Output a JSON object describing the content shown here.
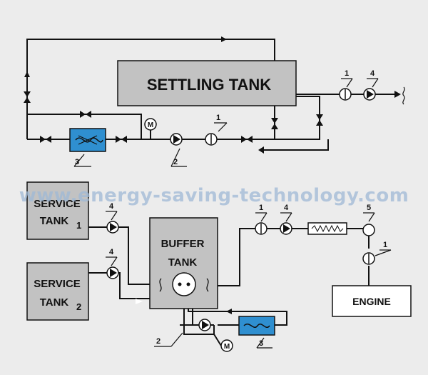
{
  "tanks": {
    "settling": "SETTLING TANK",
    "service1_line1": "SERVICE",
    "service1_line2": "TANK",
    "service1_sub": "1",
    "service2_line1": "SERVICE",
    "service2_line2": "TANK",
    "service2_sub": "2",
    "buffer_line1": "BUFFER",
    "buffer_line2": "TANK",
    "engine": "ENGINE"
  },
  "callouts": {
    "c1_top_a": "1",
    "c1_top_b": "1",
    "c4_top": "4",
    "c3_top": "3",
    "c2_top": "2",
    "c4_s1": "4",
    "c4_s2": "4",
    "c1_mid": "1",
    "c4_mid": "4",
    "c5_mid": "5",
    "c1_engine": "1",
    "c2_bottom": "2",
    "c3_bottom": "3"
  },
  "motor_label": "M",
  "watermark": "www.energy-saving-technology.com",
  "colors": {
    "background": "#ececec",
    "tank_fill": "#c2c2c2",
    "heat_exchanger": "#2f8fd0",
    "line": "#111111",
    "watermark": "#9fb9d6"
  }
}
